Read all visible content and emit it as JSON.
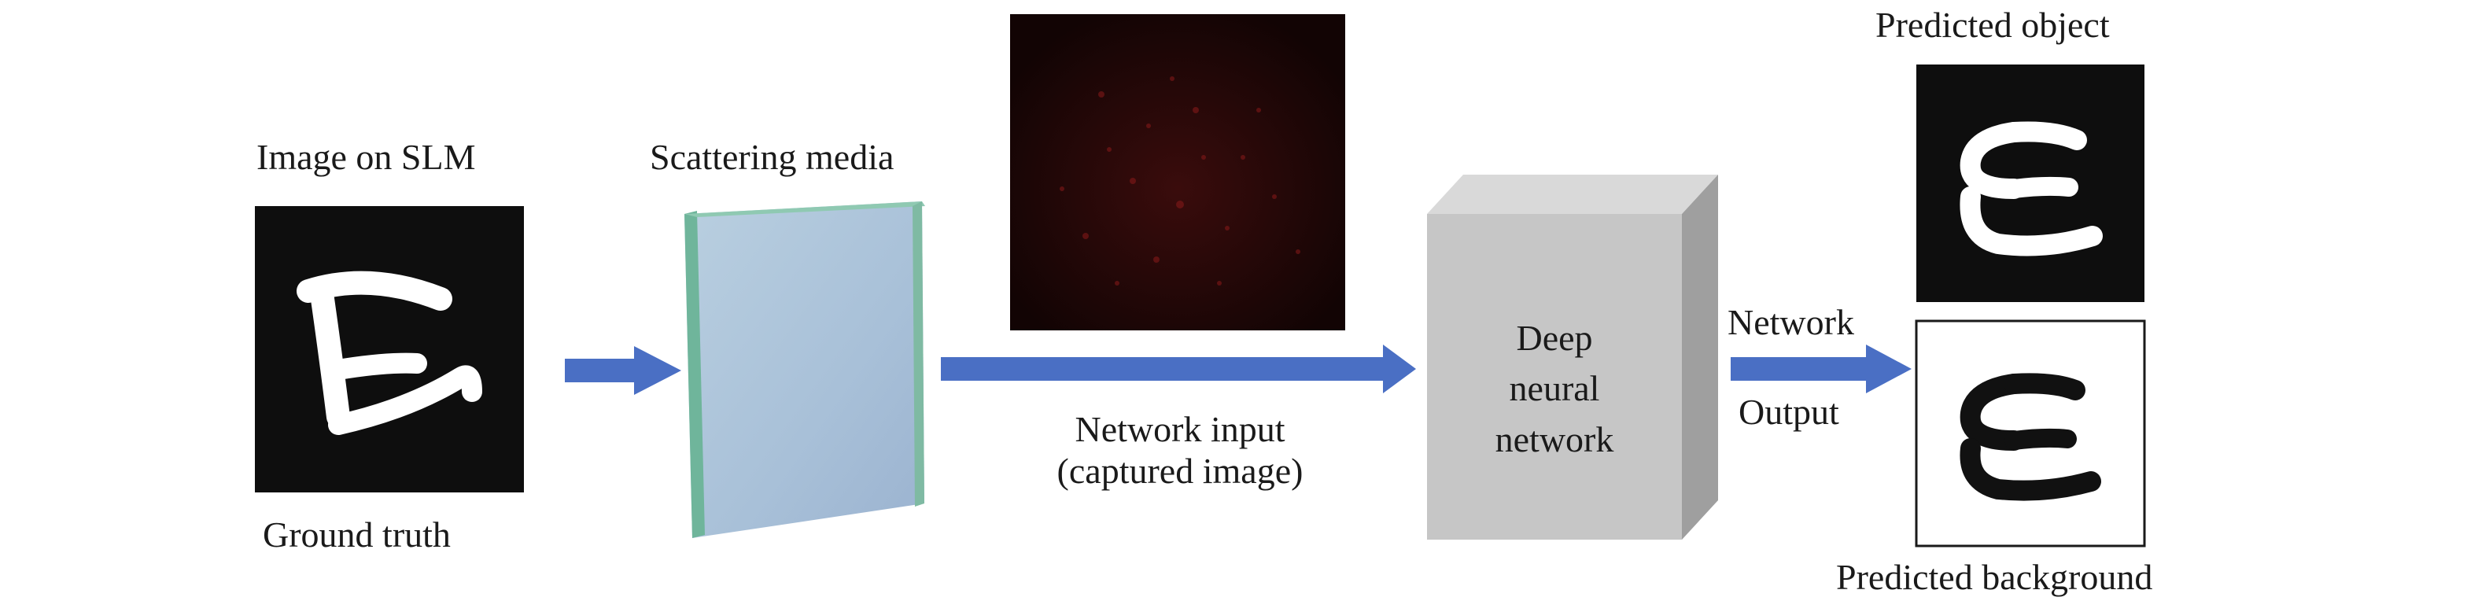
{
  "labels": {
    "image_on_slm": "Image on SLM",
    "ground_truth": "Ground truth",
    "scattering_media": "Scattering media",
    "network_input_line1": "Network input",
    "network_input_line2": "(captured image)",
    "dnn_line1": "Deep",
    "dnn_line2": "neural",
    "dnn_line3": "network",
    "network_output_line1": "Network",
    "network_output_line2": "Output",
    "predicted_object": "Predicted object",
    "predicted_background": "Predicted background"
  },
  "colors": {
    "arrow": "#4a6fc4",
    "cube_front": "#c6c6c6",
    "cube_top": "#d9d9d9",
    "cube_side": "#9f9f9f",
    "image_bg": "#0e0e0e",
    "speckle": "#8a1a1a"
  }
}
